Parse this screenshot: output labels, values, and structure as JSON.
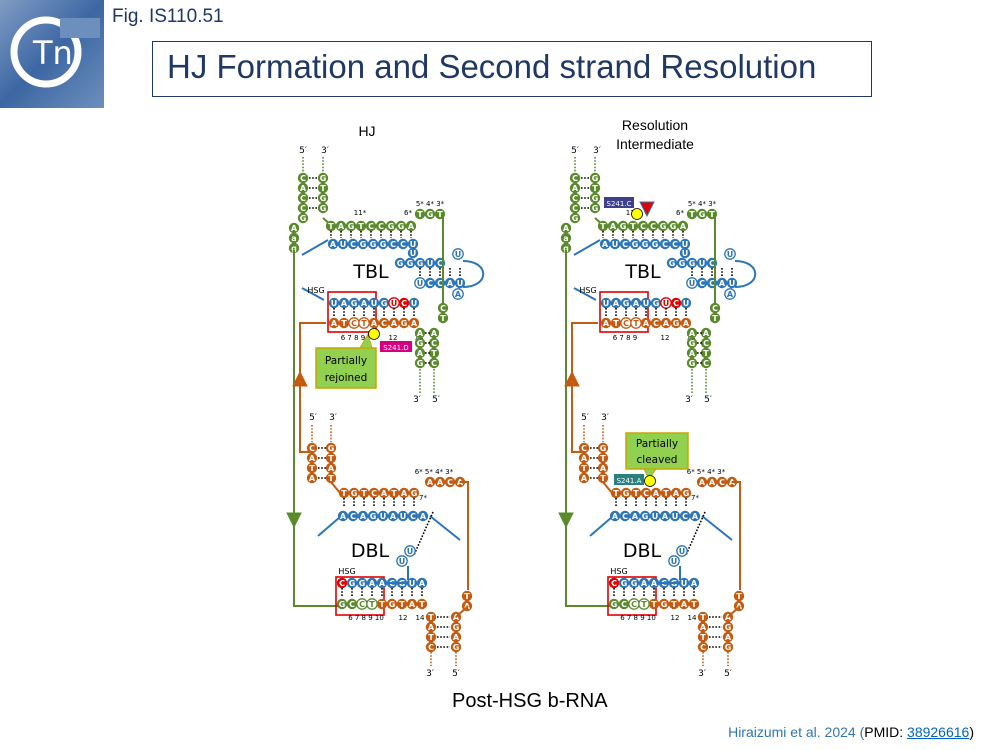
{
  "header": {
    "fig_label": "Fig. IS110.51",
    "title": "HJ Formation and Second strand Resolution",
    "logo_text": "Tn"
  },
  "panels": {
    "left_title": "HJ",
    "right_title_line1": "Resolution",
    "right_title_line2": "Intermediate"
  },
  "labels": {
    "tbl": "TBL",
    "dbl": "DBL",
    "hsg": "HSG",
    "five_prime": "5′",
    "three_prime": "3′",
    "pos_5s4s3s": "5* 4* 3*",
    "pos_6s": "6*",
    "pos_11s": "11*",
    "pos_7s": "7*",
    "pos_6s5s4s3s": "6* 5* 4* 3*",
    "hsg_nums": "6 7 8 9",
    "hsg_nums_10": "6 7 8 9 10",
    "num_12": "12",
    "num_14": "14"
  },
  "callouts": {
    "partially_rejoined_1": "Partially",
    "partially_rejoined_2": "rejoined",
    "partially_cleaved_1": "Partially",
    "partially_cleaved_2": "cleaved",
    "s241d": "S241.D",
    "s241c": "S241.C",
    "s241a": "S241.A"
  },
  "sequences": {
    "left_top_stem": [
      "C",
      "A",
      "C",
      "C",
      "G",
      "A",
      "a",
      "g"
    ],
    "left_top_stem_r": [
      "G",
      "T",
      "G",
      "G"
    ],
    "tbl_top_strand": [
      "T",
      "A",
      "G",
      "T",
      "C",
      "C",
      "G",
      "G",
      "A"
    ],
    "tbl_rna_top": [
      "A",
      "U",
      "C",
      "G",
      "G",
      "G",
      "C",
      "C",
      "U"
    ],
    "tbl_rna_loop": [
      "U",
      "G",
      "G",
      "G",
      "U",
      "C",
      "U",
      "G",
      "U",
      "C",
      "C",
      "A",
      "U",
      "A"
    ],
    "tbl_hsg_rna": [
      "U",
      "A",
      "G",
      "A",
      "U",
      "G",
      "U",
      "C",
      "U"
    ],
    "tbl_hsg_dna": [
      "A",
      "T",
      "C",
      "T",
      "A",
      "C",
      "A",
      "G",
      "A"
    ],
    "tbl_right_strand": [
      "T",
      "G",
      "T"
    ],
    "tbl_tail": [
      "C",
      "T",
      "A",
      "C",
      "T",
      "C"
    ],
    "tbl_tail_l": [
      "A",
      "G",
      "A",
      "A",
      "G"
    ],
    "dbl_left_stem": [
      "C",
      "A",
      "T",
      "A"
    ],
    "dbl_left_stem_r": [
      "G",
      "T",
      "A",
      "T"
    ],
    "dbl_top": [
      "T",
      "G",
      "T",
      "C",
      "A",
      "T",
      "A",
      "G"
    ],
    "dbl_right_top": [
      "A",
      "A",
      "C",
      "A"
    ],
    "dbl_rna": [
      "A",
      "C",
      "A",
      "G",
      "U",
      "A",
      "U",
      "C",
      "A"
    ],
    "dbl_loop": [
      "U",
      "U"
    ],
    "dbl_hsg_rna": [
      "C",
      "G",
      "G",
      "A",
      "A",
      "C",
      "G",
      "U",
      "A"
    ],
    "dbl_hsg_dna": [
      "G",
      "C",
      "C",
      "T",
      "T",
      "G",
      "T",
      "A",
      "T"
    ],
    "dbl_tail": [
      "T",
      "A",
      "T",
      "C"
    ],
    "dbl_tail_r": [
      "A",
      "G",
      "A",
      "G"
    ],
    "dbl_right_strand": [
      "T",
      "A"
    ]
  },
  "footer": {
    "caption": "Post-HSG b-RNA",
    "citation_prefix": "Hiraizumi et al. 2024 (",
    "citation_pm": "PMID: ",
    "citation_pmid": "38926616",
    "citation_close": ")"
  },
  "colors": {
    "green": "#5a8a2c",
    "orange": "#c55a11",
    "blue": "#2e75b6",
    "red": "#e00000",
    "callout_fill": "#92d050",
    "callout_border": "#c9a500",
    "magenta": "#d6007e",
    "navy": "#3f3f8a",
    "teal": "#2a7f7f",
    "yellow": "#ffff00"
  }
}
